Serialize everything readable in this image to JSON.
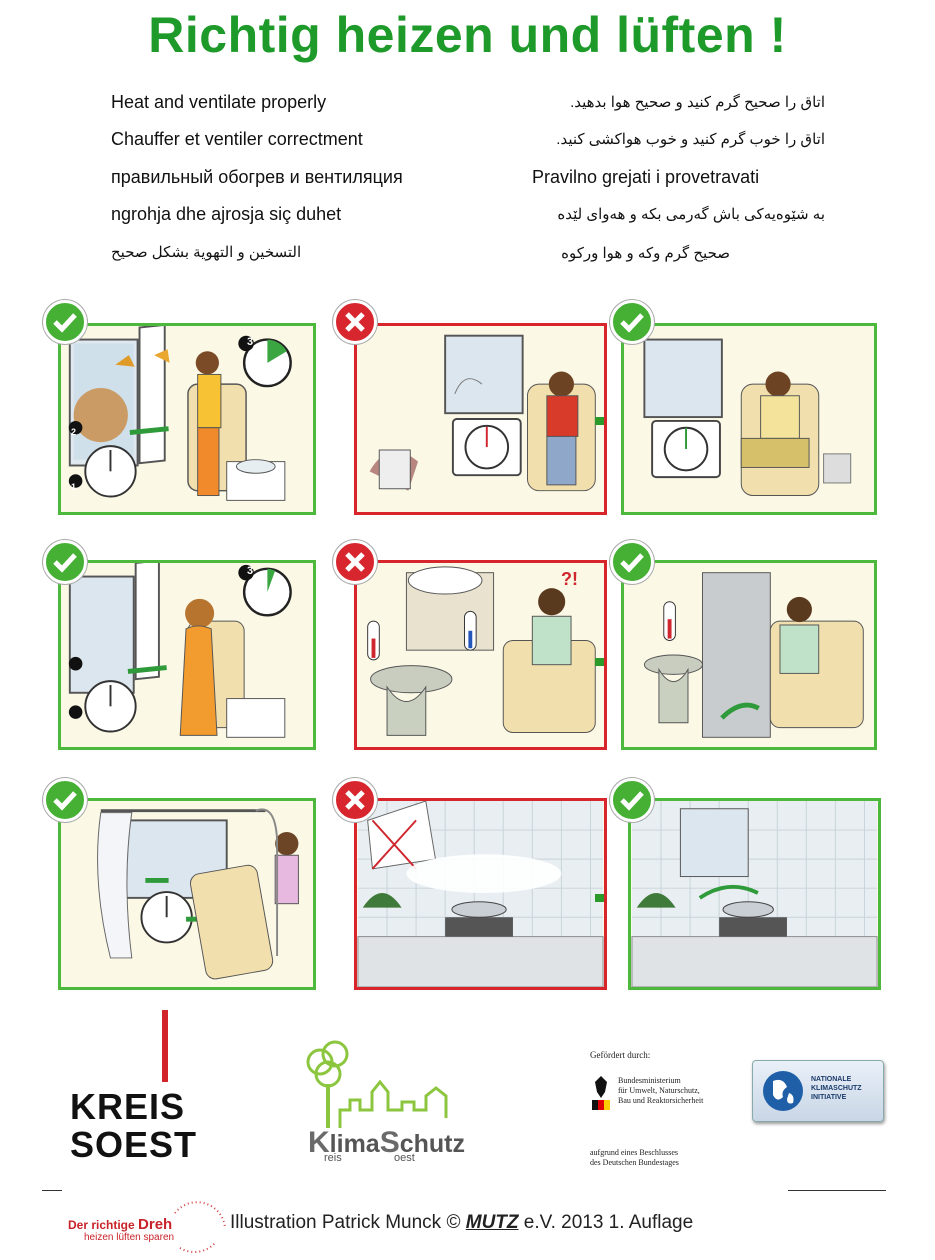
{
  "title": "Richtig heizen und lüften !",
  "phrases_left": [
    "Heat and ventilate properly",
    "Chauffer et ventiler correctment",
    "правильный обогрев и вентиляция",
    "ngrohja dhe ajrosja siç duhet",
    "التسخين و التهوية بشكل صحيح"
  ],
  "phrases_right": [
    "اتاق را صحیح گرم کنید و صحیح هوا بدهید.",
    "اتاق را خوب گرم کنید و خوب هواکشی کنید.",
    "Pravilno grejati i provetravati",
    "به شێوەیەکی باش گەرمی بکە و هەوای لێدە",
    "صحیح گرم وکه و هوا ورکوه"
  ],
  "rows": [
    {
      "left": "good",
      "middle": "bad",
      "right": "good"
    },
    {
      "left": "good",
      "middle": "bad",
      "right": "good"
    },
    {
      "left": "good",
      "middle": "bad",
      "right": "good"
    }
  ],
  "timer_numbers": [
    "3",
    "3"
  ],
  "step_numbers": [
    "1",
    "2"
  ],
  "surprise_text": "?!",
  "logos": {
    "kreis_bar_color": "#d2232a",
    "kreis_line1": "KREIS",
    "kreis_line2": "SOEST",
    "klima_k": "K",
    "klima_lima": "lima",
    "klima_s": "S",
    "klima_chutz": "chutz",
    "klima_reis": "reis",
    "klima_oest": "oest",
    "bmu_heading": "Gefördert durch:",
    "bmu_lines": [
      "Bundesministerium",
      "für Umwelt, Naturschutz,",
      "Bau und Reaktorsicherheit"
    ],
    "bmu_note": [
      "aufgrund eines Beschlusses",
      "des Deutschen Bundestages"
    ],
    "nki_lines": [
      "NATIONALE",
      "KLIMASCHUTZ",
      "INITIATIVE"
    ],
    "dreh_line1a": "Der richtige ",
    "dreh_line1b": "Dreh",
    "dreh_line2": "heizen lüften sparen"
  },
  "footer": {
    "text_before": "Illustration Patrick Munck © ",
    "mutz": "MUTZ",
    "text_after": " e.V. 2013 1. Auflage"
  },
  "colors": {
    "title": "#1e9a2a",
    "good": "#4cb83c",
    "bad": "#d8252c",
    "arrow": "#2b9a2b"
  }
}
